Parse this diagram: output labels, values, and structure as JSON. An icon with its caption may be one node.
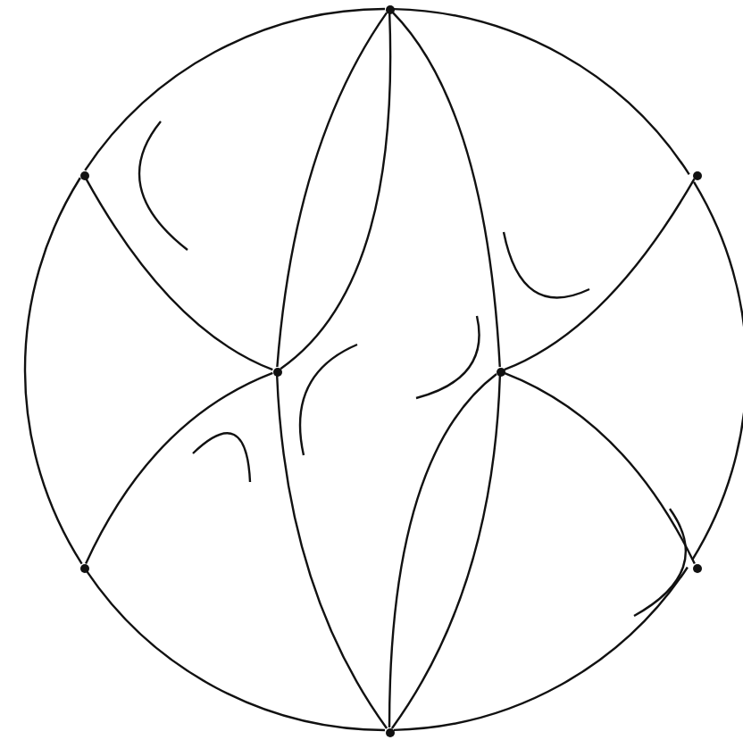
{
  "diagram": {
    "nodes": [
      {
        "text": [],
        "shape": "circle"
      },
      {
        "text": [],
        "shape": "circle"
      },
      {
        "text": [],
        "shape": "circle"
      },
      {
        "text": [],
        "shape": "circle"
      },
      {
        "text": [],
        "shape": "circle"
      },
      {
        "text": [],
        "shape": "circle"
      },
      {
        "text": [],
        "shape": "circle"
      },
      {
        "text": [],
        "shape": "circle"
      }
    ],
    "edges": [
      {
        "from": 0,
        "to": 3,
        "arrow": "none"
      },
      {
        "from": 0,
        "to": 3,
        "arrow": "none"
      },
      {
        "from": 0,
        "to": 4,
        "arrow": "none"
      },
      {
        "from": 3,
        "to": 7,
        "arrow": "none"
      },
      {
        "from": 4,
        "to": 7,
        "arrow": "none"
      },
      {
        "from": 4,
        "to": 7,
        "arrow": "none"
      },
      {
        "from": 1,
        "to": 3,
        "arrow": "none"
      },
      {
        "from": 3,
        "to": 5,
        "arrow": "none"
      },
      {
        "from": 2,
        "to": 4,
        "arrow": "none"
      },
      {
        "from": 4,
        "to": 6,
        "arrow": "none"
      },
      {
        "from": 0,
        "to": 1,
        "arrow": "none"
      },
      {
        "from": 1,
        "to": 5,
        "arrow": "none"
      },
      {
        "from": 5,
        "to": 7,
        "arrow": "none"
      },
      {
        "from": 7,
        "to": 6,
        "arrow": "none"
      },
      {
        "from": 6,
        "to": 2,
        "arrow": "none"
      },
      {
        "from": 2,
        "to": 0,
        "arrow": "none"
      }
    ]
  }
}
